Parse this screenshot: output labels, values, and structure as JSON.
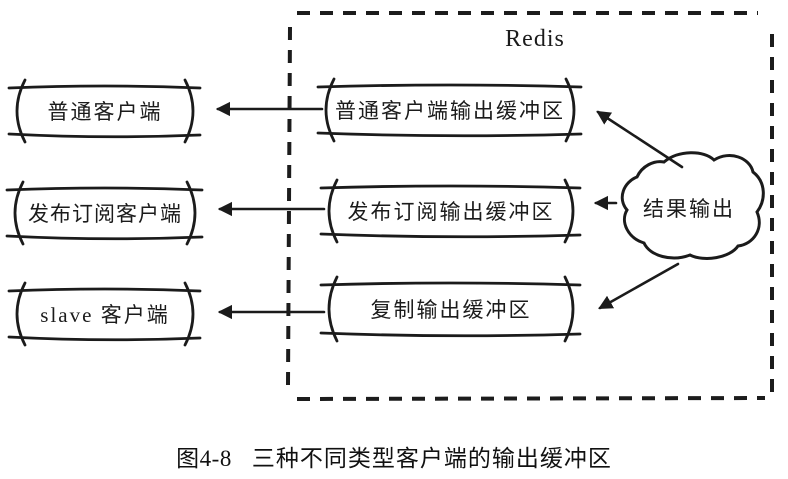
{
  "figure": {
    "server_label": "Redis",
    "clients": [
      {
        "label": "普通客户端"
      },
      {
        "label": "发布订阅客户端"
      },
      {
        "label": "slave 客户端"
      }
    ],
    "buffers": [
      {
        "label": "普通客户端输出缓冲区"
      },
      {
        "label": "发布订阅输出缓冲区"
      },
      {
        "label": "复制输出缓冲区"
      }
    ],
    "output_source": {
      "label": "结果输出"
    },
    "caption": {
      "figure_number": "图4-8",
      "title": "三种不同类型客户端的输出缓冲区"
    },
    "colors": {
      "ink": "#1b1b1b",
      "background": "#ffffff"
    }
  }
}
